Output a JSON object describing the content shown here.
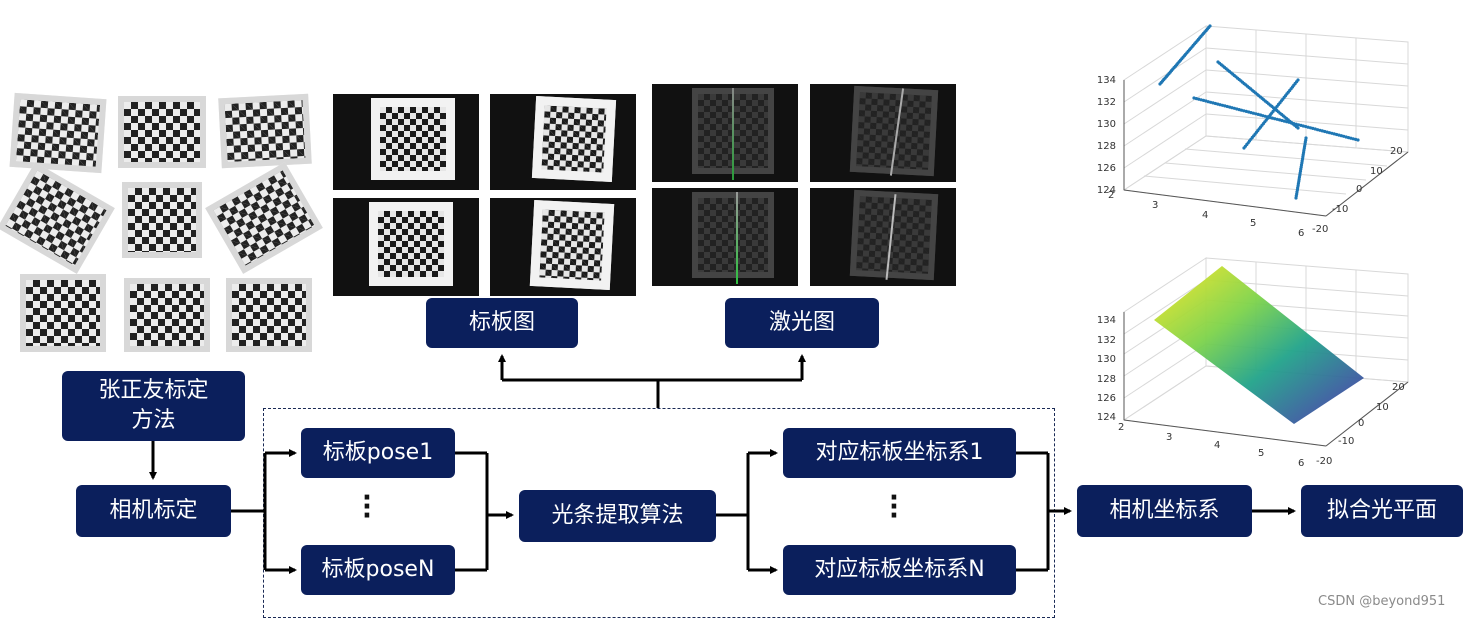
{
  "boxes": {
    "zhang_method": "张正友标定\n方法",
    "camera_calib": "相机标定",
    "board_pose1": "标板pose1",
    "board_poseN": "标板poseN",
    "laser_extract": "光条提取算法",
    "board_coord1": "对应标板坐标系1",
    "board_coordN": "对应标板坐标系N",
    "camera_coord": "相机坐标系",
    "fit_plane": "拟合光平面",
    "board_images": "标板图",
    "laser_images": "激光图"
  },
  "watermark": "CSDN @beyond951",
  "colors": {
    "box_fill": "#0b1f5c",
    "box_text": "#ffffff",
    "line": "#000000",
    "scatter": "#1f77b4"
  },
  "icons": [
    "vertical-ellipsis-icon",
    "arrow-icon"
  ],
  "scatter_plot": {
    "z_ticks": [
      "134",
      "132",
      "130",
      "128",
      "126",
      "124"
    ],
    "x_ticks": [
      "2",
      "3",
      "4",
      "5",
      "6"
    ],
    "y_ticks": [
      "20",
      "10",
      "0",
      "-10",
      "-20"
    ]
  },
  "surface_plot": {
    "z_ticks": [
      "134",
      "132",
      "130",
      "128",
      "126",
      "124"
    ],
    "x_ticks": [
      "2",
      "3",
      "4",
      "5",
      "6"
    ],
    "y_ticks": [
      "20",
      "10",
      "0",
      "-10",
      "-20"
    ]
  }
}
